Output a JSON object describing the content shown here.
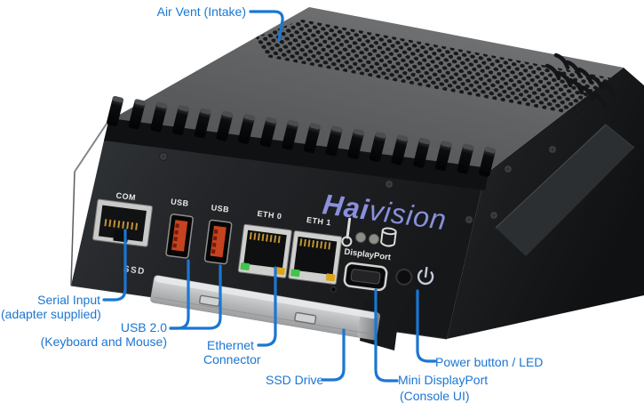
{
  "brand": {
    "hai": "Hai",
    "vision": "vision"
  },
  "panel": {
    "com": "COM",
    "usb1": "USB",
    "usb2": "USB",
    "eth0": "ETH 0",
    "eth1": "ETH 1",
    "displayport": "DisplayPort",
    "ssd": "SSD"
  },
  "callouts": {
    "air_vent": "Air Vent (Intake)",
    "serial_line1": "Serial Input",
    "serial_line2": "(adapter supplied)",
    "usb_line1": "USB 2.0",
    "usb_line2": "(Keyboard and Mouse)",
    "ethernet_line1": "Ethernet",
    "ethernet_line2": "Connector",
    "ssd_drive": "SSD Drive",
    "mini_dp_line1": "Mini DisplayPort",
    "mini_dp_line2": "(Console UI)",
    "power": "Power button / LED"
  },
  "colors": {
    "callout_blue": "#1b76d3",
    "brand_purple": "#8a90dc",
    "usb_red": "#c7431f",
    "led_green": "#41c44b",
    "led_amber": "#d9a51e"
  }
}
